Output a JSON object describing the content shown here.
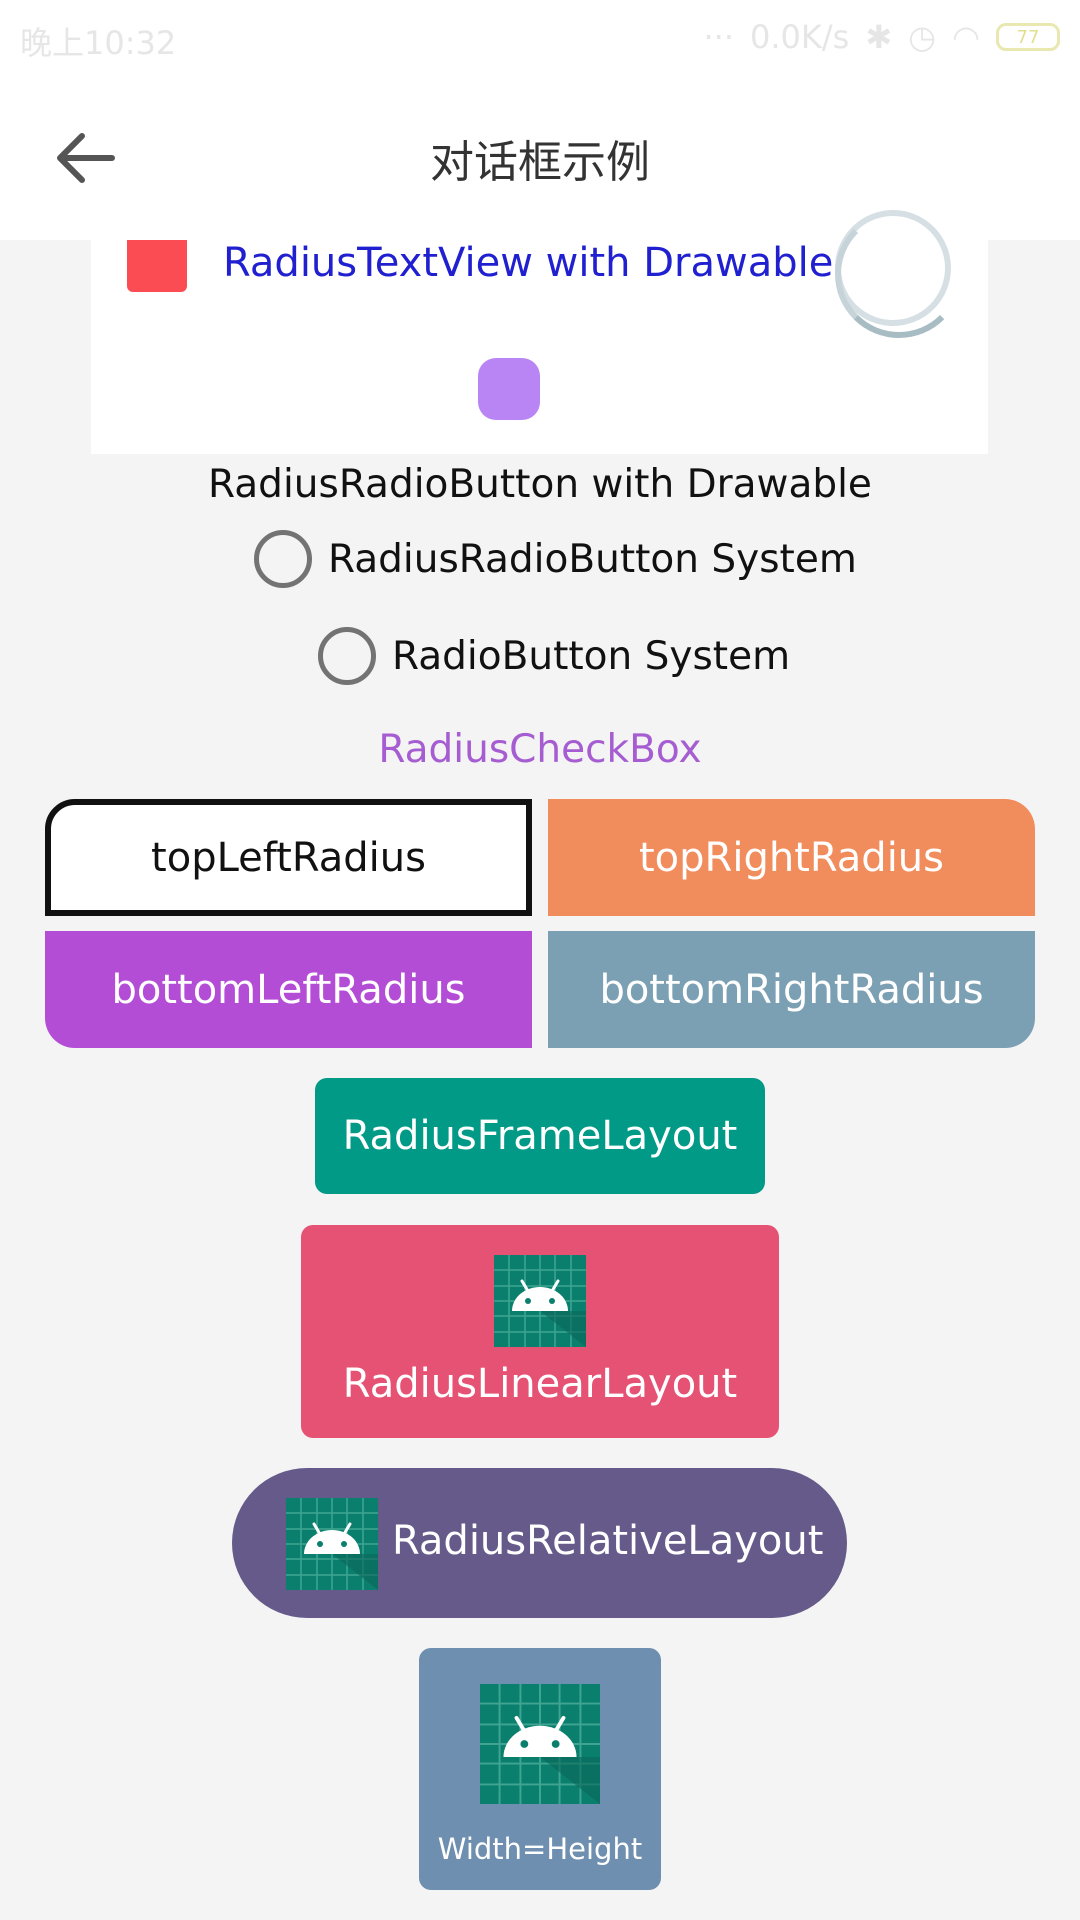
{
  "status_bar": {
    "time": "晚上10:32",
    "network_speed": "0.0K/s",
    "battery": "77"
  },
  "toolbar": {
    "title": "对话框示例"
  },
  "top_card": {
    "drawable_text": "RadiusTextView with Drawable"
  },
  "radio": {
    "drawable_label": "RadiusRadioButton with Drawable",
    "system_label": "RadiusRadioButton System",
    "plain_label": "RadioButton System"
  },
  "checkbox": {
    "label": "RadiusCheckBox"
  },
  "corner_buttons": {
    "top_left": "topLeftRadius",
    "top_right": "topRightRadius",
    "bottom_left": "bottomLeftRadius",
    "bottom_right": "bottomRightRadius"
  },
  "layouts": {
    "frame": "RadiusFrameLayout",
    "linear": "RadiusLinearLayout",
    "relative": "RadiusRelativeLayout",
    "square": "Width=Height"
  },
  "colors": {
    "accent_blue_text": "#2020d0",
    "checkbox_purple": "#a55dd1",
    "top_right_orange": "#f18c5d",
    "bottom_left_purple": "#b34dd6",
    "bottom_right_slate": "#7b9fb3",
    "frame_teal": "#009a86",
    "linear_pink": "#e55273",
    "relative_purple": "#655a89",
    "square_blue": "#6e8faf"
  },
  "icons": {
    "back": "arrow-left-icon",
    "app": "android-launcher-icon"
  }
}
